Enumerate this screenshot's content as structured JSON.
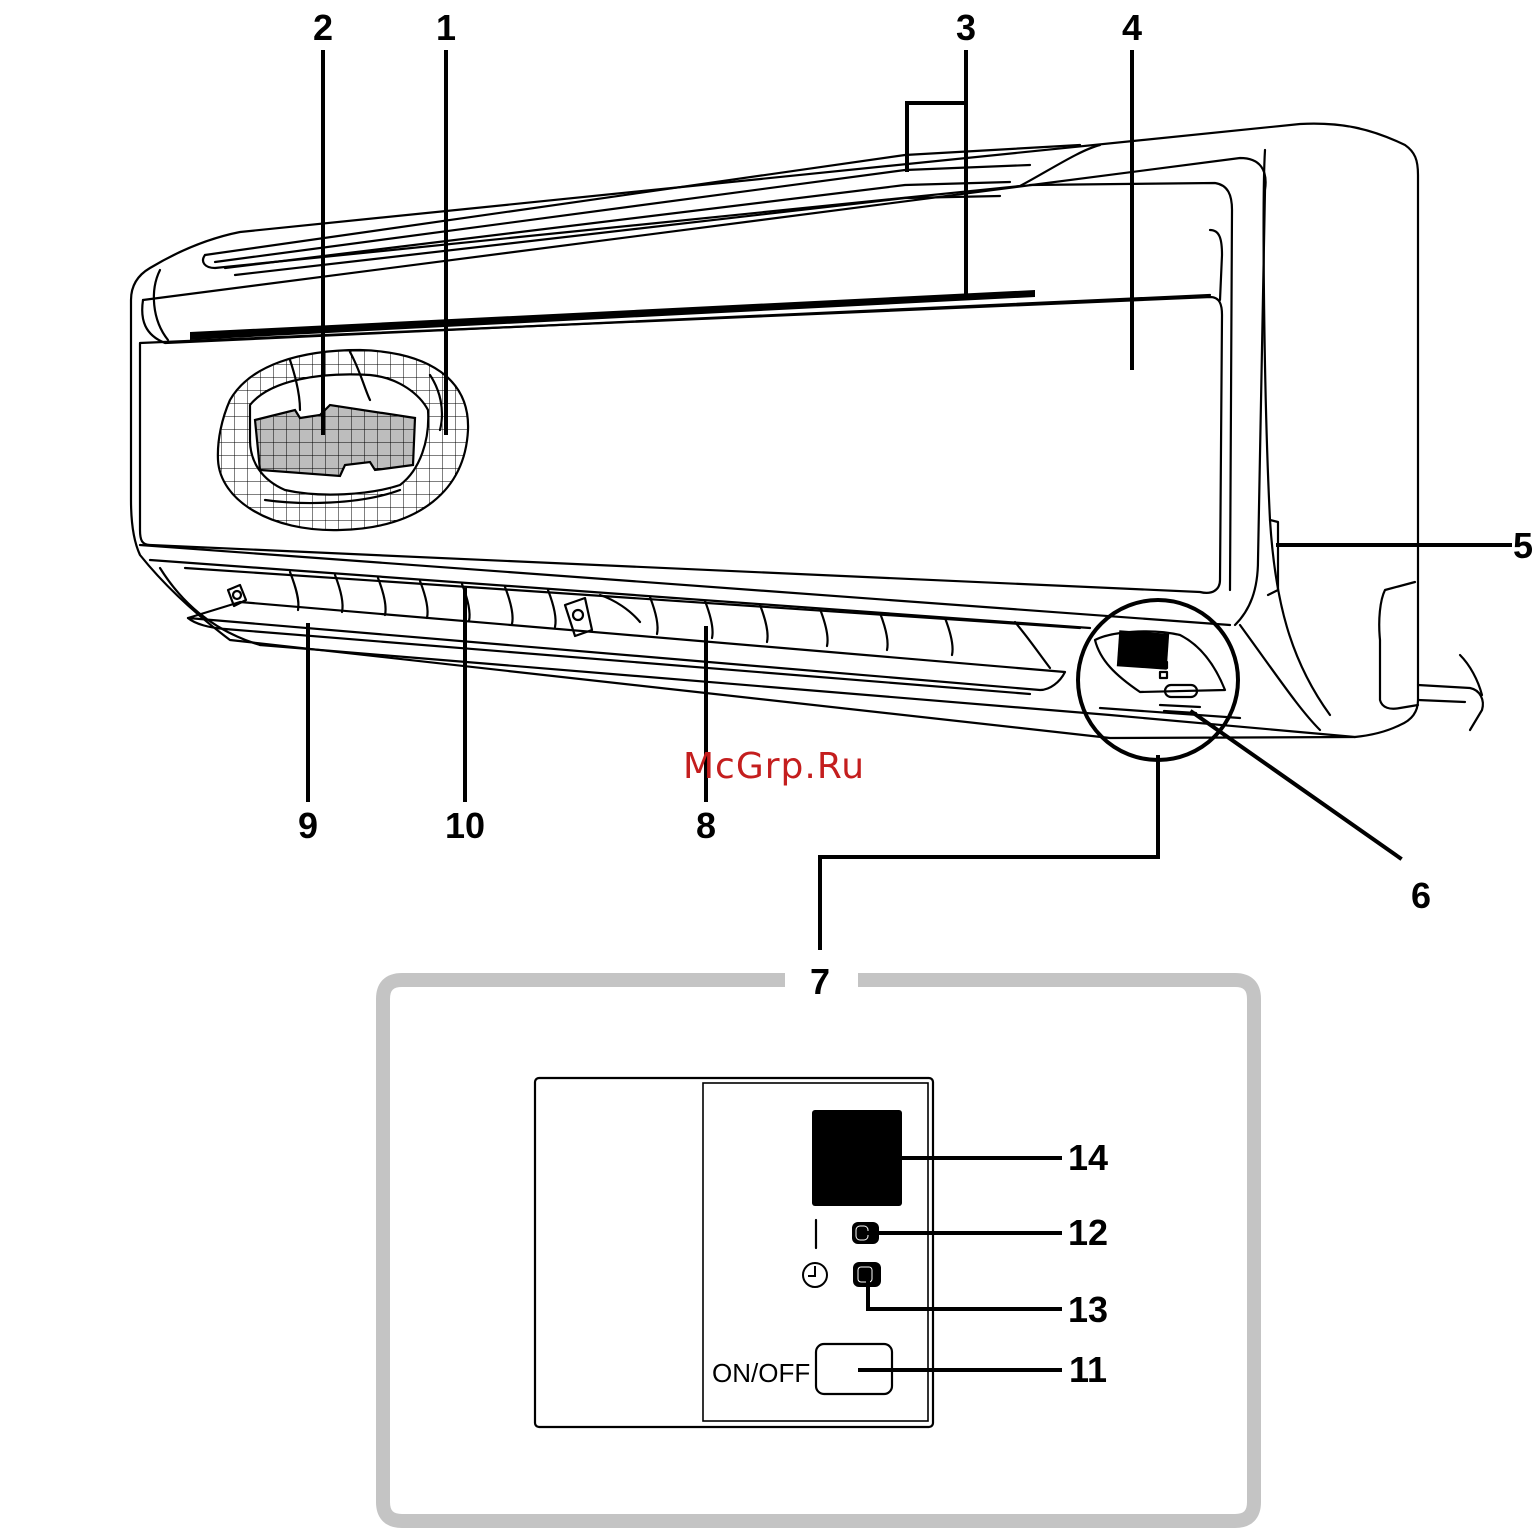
{
  "labels": {
    "l1": "1",
    "l2": "2",
    "l3": "3",
    "l4": "4",
    "l5": "5",
    "l6": "6",
    "l7": "7",
    "l8": "8",
    "l9": "9",
    "l10": "10",
    "l11": "11",
    "l12": "12",
    "l13": "13",
    "l14": "14"
  },
  "panel": {
    "onoff": "ON/OFF"
  },
  "watermark": "McGrp.Ru",
  "colors": {
    "line": "#000000",
    "filter": "#bdbdbd",
    "display": "#000000",
    "watermark": "#c41e1e"
  },
  "icons": {
    "timer": "clock-icon"
  }
}
